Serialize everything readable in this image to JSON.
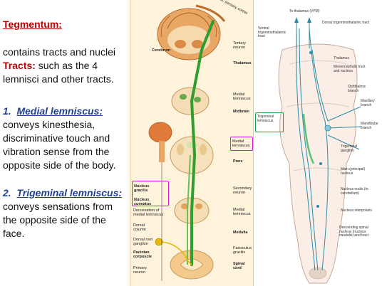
{
  "text": {
    "title": "Tegmentum:",
    "intro": "contains tracts and nuclei",
    "tracts_label": "Tracts:",
    "tracts_rest": " such as the 4 lemnisci and other tracts.",
    "item1_number": "1.",
    "item1_title": "Medial lemniscus:",
    "item1_body": "conveys kinesthesia, discriminative touch and vibration sense from the opposite side of the body.",
    "item2_number": "2.",
    "item2_title": "Trigeminal lemniscus:",
    "item2_body": "conveys sensations from the opposite side of the face."
  },
  "center_labels": {
    "somatic_cortex": "Somatic sensory cortex",
    "cerebrum": "Cerebrum",
    "tertiary_neuron": "Tertiary neuron",
    "thalamus": "Thalamus",
    "medial_lemniscus_1": "Medial lemniscus",
    "midbrain": "Midbrain",
    "medial_lemniscus_2": "Medial lemniscus",
    "pons": "Pons",
    "nucleus_gracilis": "Nucleus gracilis",
    "nucleus_cuneatus": "Nucleus cuneatus",
    "secondary_neuron": "Secondary neuron",
    "decussation": "Decussation of medial lemniscus",
    "medial_lemniscus_3": "Medial lemniscus",
    "dorsal_column": "Dorsal column",
    "medulla": "Medulla",
    "dorsal_root_ganglion": "Dorsal root ganglion",
    "pacinian": "Pacinian corpuscle",
    "fasciculus": "Fasciculus gracilis",
    "primary_neuron": "Primary neuron",
    "spinal_cord": "Spinal cord"
  },
  "right_labels": {
    "to_thalamus": "To thalamus (VPM)",
    "dorsal_tract": "Dorsal trigeminothalamic tract",
    "ventral_tract": "Ventral trigeminothalamic tract",
    "thalamus": "Thalamus",
    "mesencephalic": "Mesencephalic tract and nucleus",
    "ophthalmic": "Ophthalmic branch",
    "maxillary": "Maxillary branch",
    "mandibular": "Mandibular branch",
    "trigeminal_lemniscus": "Trigeminal lemniscus",
    "trigeminal_ganglion": "Trigeminal ganglion",
    "main_nucleus": "Main (principal) nucleus",
    "nucleus_oralis": "Nucleus oralis (to cerebellum)",
    "nucleus_interpolaris": "Nucleus interpolaris",
    "descending_spinal": "Descending spinal nucleus (nucleus caudalis) and tract"
  },
  "colors": {
    "title_red": "#c00000",
    "heading_blue": "#1f3f8f",
    "tract_green": "#2f9e2f",
    "highlight_magenta": "#d21ad2",
    "highlight_green": "#1e9d3c",
    "pathway_teal": "#2c8aa6"
  }
}
